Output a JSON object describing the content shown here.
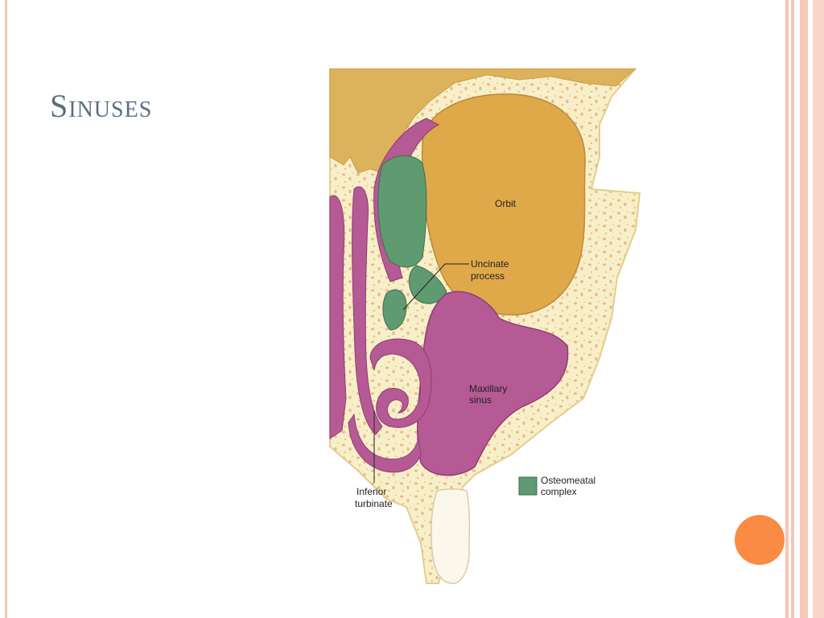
{
  "slide": {
    "title": "Sinuses"
  },
  "diagram": {
    "labels": {
      "orbit": "Orbit",
      "uncinate_1": "Uncinate",
      "uncinate_2": "process",
      "maxillary_1": "Maxillary",
      "maxillary_2": "sinus",
      "inferior_1": "Inferior",
      "inferior_2": "turbinate",
      "legend_1": "Osteomeatal",
      "legend_2": "complex"
    },
    "colors": {
      "orbit": "#dfa94a",
      "bone_top": "#ddb25c",
      "sinus": "#b55a95",
      "osteomeatal": "#5f9a70",
      "bone_fill": "#f7efc8",
      "bone_spots": "#e9b88e"
    }
  },
  "theme": {
    "accent_dot": "#fb8a44",
    "title_color": "#5a6e84",
    "stripe_color": "#f6c6b6"
  }
}
